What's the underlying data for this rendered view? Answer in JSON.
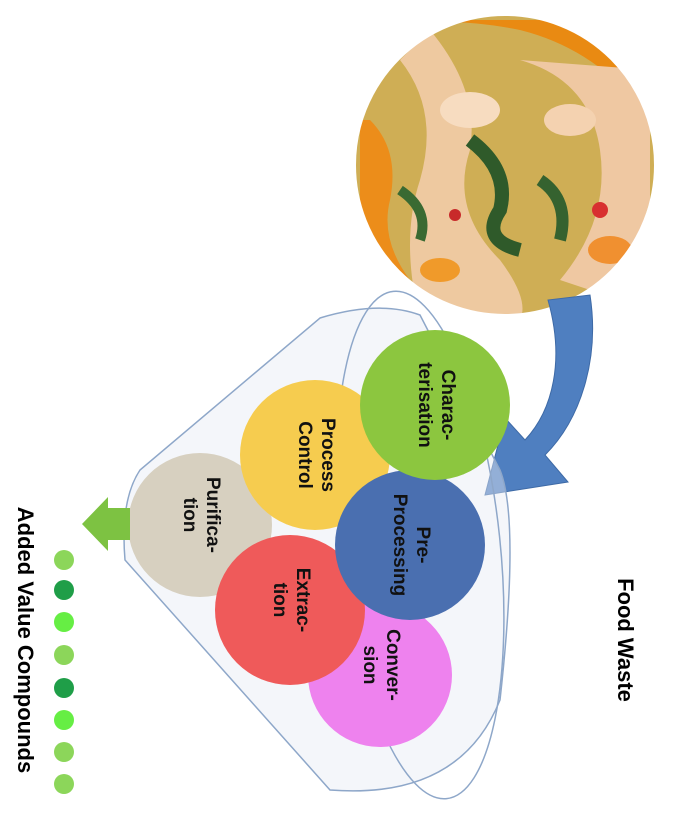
{
  "title_food": "Food Waste",
  "title_output": "Added Value Compounds",
  "colors": {
    "characterisation": "#8cc63f",
    "pre_processing": "#4a6fb0",
    "process_control": "#f6cc4f",
    "conversion": "#ee82ee",
    "extraction": "#ef5a5a",
    "purification": "#d7d0c0",
    "arrow_blue": "#4f7fc0",
    "arrow_green": "#7dc242",
    "funnel_stroke": "#8ea7c9"
  },
  "steps": [
    {
      "id": "characterisation",
      "lines": [
        "Charac-",
        "terisation"
      ]
    },
    {
      "id": "pre_processing",
      "lines": [
        "Pre-",
        "Processing"
      ]
    },
    {
      "id": "process_control",
      "lines": [
        "Process",
        "Control"
      ]
    },
    {
      "id": "conversion",
      "lines": [
        "Conver-",
        "sion"
      ]
    },
    {
      "id": "extraction",
      "lines": [
        "Extrac-",
        "tion"
      ]
    },
    {
      "id": "purification",
      "lines": [
        "Purifica-",
        "tion"
      ]
    }
  ],
  "output_dots": [
    "#8cd65a",
    "#1f9e48",
    "#66ee44",
    "#8cd65a",
    "#1f9e48",
    "#66ee44",
    "#8cd65a",
    "#8cd65a"
  ]
}
